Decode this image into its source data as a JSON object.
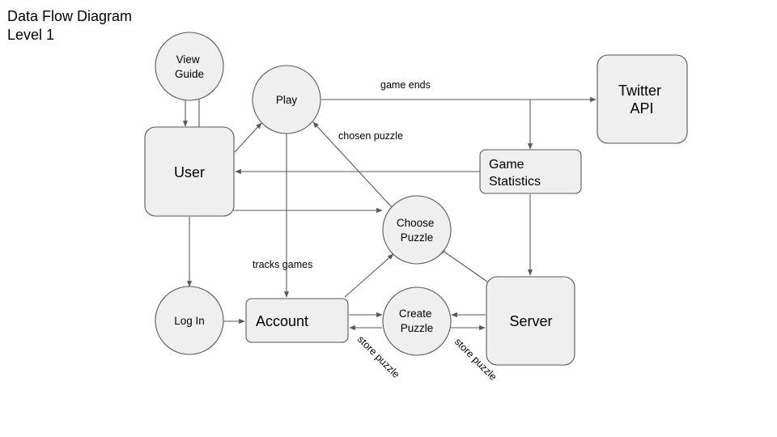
{
  "title": {
    "line1": "Data Flow Diagram",
    "line2": "Level 1"
  },
  "nodes": {
    "view_guide": [
      "View",
      "Guide"
    ],
    "play": "Play",
    "twitter_api": [
      "Twitter",
      "API"
    ],
    "user": "User",
    "game_statistics": [
      "Game",
      "Statistics"
    ],
    "choose_puzzle": [
      "Choose",
      "Puzzle"
    ],
    "log_in": "Log In",
    "account": "Account",
    "create_puzzle": [
      "Create",
      "Puzzle"
    ],
    "server": "Server"
  },
  "flow_labels": {
    "game_ends": "game ends",
    "chosen_puzzle": "chosen puzzle",
    "tracks_games": "tracks games",
    "store_puzzle_1": "store puzzle",
    "store_puzzle_2": "store puzzle"
  },
  "colors": {
    "node_fill": "#efefef",
    "stroke": "#595959"
  }
}
